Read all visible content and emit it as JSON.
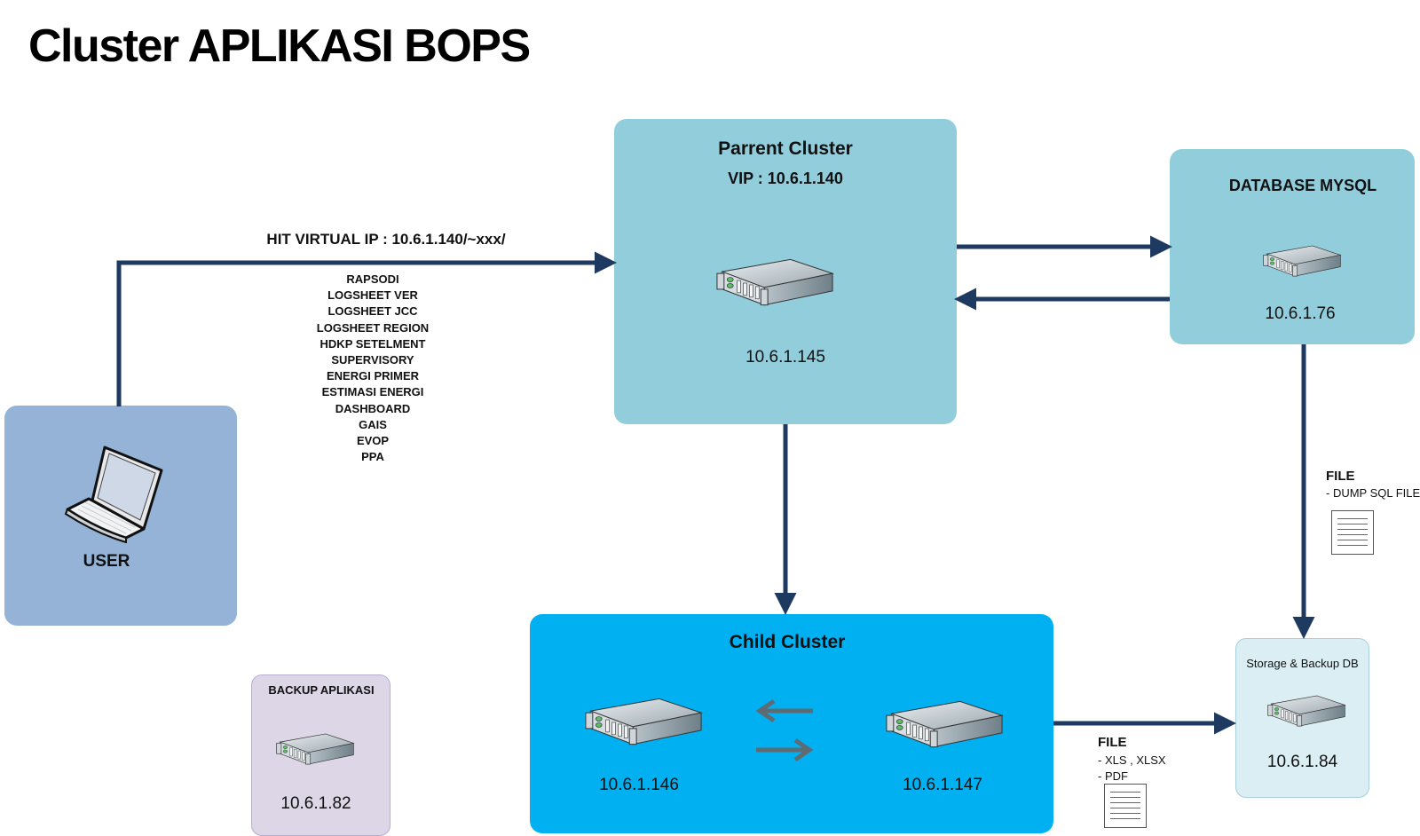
{
  "title": "Cluster APLIKASI BOPS",
  "parent_cluster": {
    "title": "Parrent Cluster",
    "vip": "VIP : 10.6.1.140",
    "ip": "10.6.1.145",
    "icon": "server-icon"
  },
  "database": {
    "title": "DATABASE MYSQL",
    "ip": "10.6.1.76",
    "icon": "server-icon"
  },
  "user": {
    "label": "USER",
    "icon": "laptop-icon"
  },
  "hit_label": "HIT VIRTUAL IP : 10.6.1.140/~xxx/",
  "applications": [
    "RAPSODI",
    "LOGSHEET VER",
    "LOGSHEET JCC",
    "LOGSHEET REGION",
    "HDKP SETELMENT",
    "SUPERVISORY",
    "ENERGI PRIMER",
    "ESTIMASI ENERGI",
    "DASHBOARD",
    "GAIS",
    "EVOP",
    "PPA"
  ],
  "backup_app": {
    "title": "BACKUP APLIKASI",
    "ip": "10.6.1.82",
    "icon": "server-icon"
  },
  "child_cluster": {
    "title": "Child Cluster",
    "node1_ip": "10.6.1.146",
    "node2_ip": "10.6.1.147",
    "icon": "server-icon"
  },
  "storage": {
    "title": "Storage & Backup DB",
    "ip": "10.6.1.84",
    "icon": "server-icon"
  },
  "file_sql": {
    "title": "FILE",
    "items": [
      "- DUMP SQL FILE"
    ],
    "icon": "document-icon"
  },
  "file_export": {
    "title": "FILE",
    "items": [
      "- XLS , XLSX",
      "- PDF"
    ],
    "icon": "document-icon"
  },
  "colors": {
    "arrow": "#1f3a60",
    "parent_bg": "#92cddc",
    "child_bg": "#00b0f0",
    "user_bg": "#95b3d7",
    "backup_bg": "#dcd6e6",
    "storage_bg": "#daeef3",
    "sync_arrow": "#5f6b73"
  }
}
